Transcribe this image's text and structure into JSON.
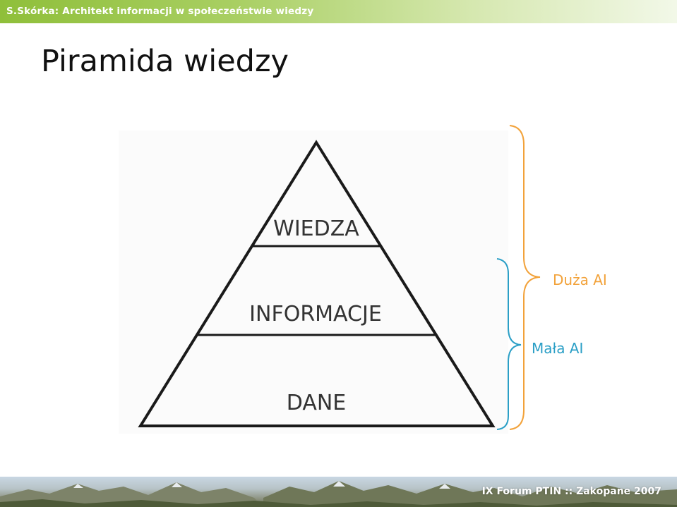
{
  "header": {
    "text": "S.Skórka: Architekt informacji w społeczeństwie wiedzy"
  },
  "slide": {
    "title": "Piramida wiedzy"
  },
  "pyramid": {
    "layers": [
      {
        "label": "WIEDZA"
      },
      {
        "label": "INFORMACJE"
      },
      {
        "label": "DANE"
      }
    ]
  },
  "brackets": {
    "big": {
      "label": "Duża AI",
      "color": "#f2a23a"
    },
    "small": {
      "label": "Mała AI",
      "color": "#2b9fc6"
    }
  },
  "footer": {
    "text": "IX Forum PTIN :: Zakopane 2007"
  },
  "colors": {
    "header_accent": "#8fbf3a"
  }
}
